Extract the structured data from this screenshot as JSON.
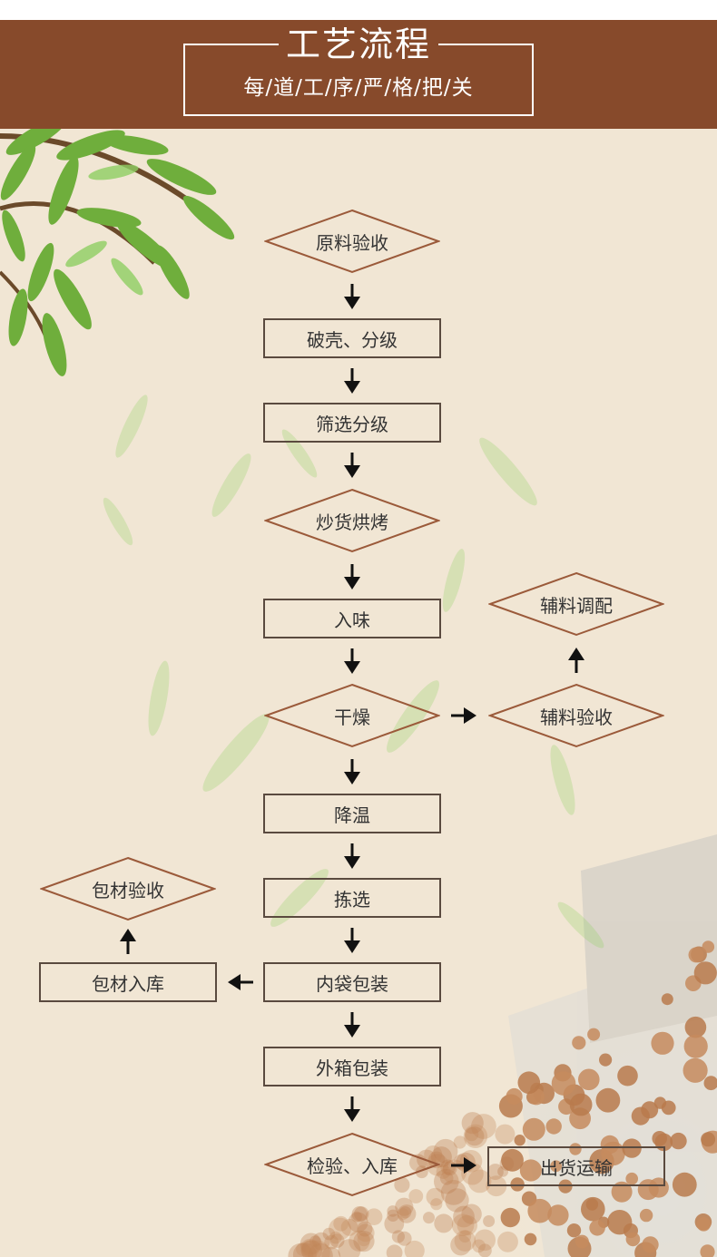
{
  "header": {
    "title": "工艺流程",
    "subtitle": "每/道/工/序/严/格/把/关"
  },
  "colors": {
    "banner": "#874a2b",
    "diamond_stroke": "#9b5a3a",
    "rect_stroke": "#5a4a3f",
    "paper": "#f1e6d4",
    "leaf": "#6fae3c"
  },
  "flow": {
    "raw_material_check": "原料验收",
    "shelling_grading": "破壳、分级",
    "screening_grading": "筛选分级",
    "roasting": "炒货烘烤",
    "seasoning": "入味",
    "drying": "干燥",
    "cooling": "降温",
    "sorting": "拣选",
    "inner_packing": "内袋包装",
    "outer_packing": "外箱包装",
    "inspect_store": "检验、入库",
    "shipping": "出货运输",
    "aux_check": "辅料验收",
    "aux_mixing": "辅料调配",
    "pack_material_store": "包材入库",
    "pack_material_check": "包材验收"
  }
}
